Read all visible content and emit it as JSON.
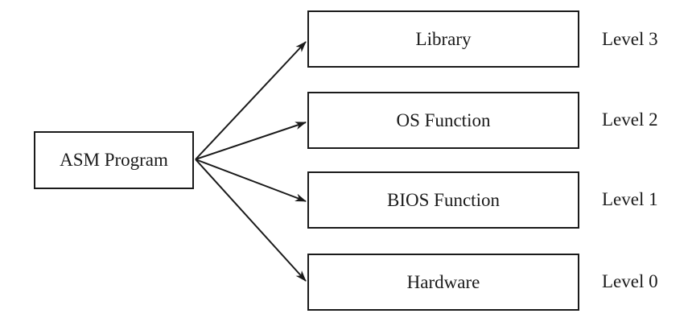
{
  "diagram": {
    "source": {
      "label": "ASM Program"
    },
    "layers": [
      {
        "label": "Library",
        "level": "Level 3"
      },
      {
        "label": "OS Function",
        "level": "Level 2"
      },
      {
        "label": "BIOS Function",
        "level": "Level 1"
      },
      {
        "label": "Hardware",
        "level": "Level 0"
      }
    ],
    "colors": {
      "ink": "#1a1a1a",
      "background": "#ffffff"
    }
  }
}
